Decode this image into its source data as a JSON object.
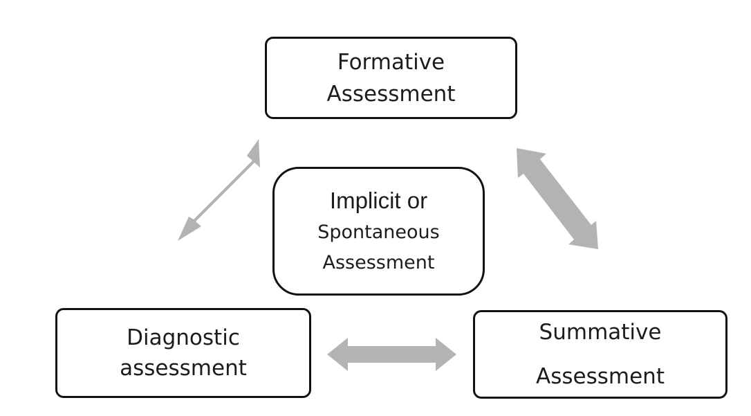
{
  "boxes": {
    "formative": {
      "lines": [
        "Formative",
        "Assessment"
      ]
    },
    "center": {
      "lines": [
        "Implicit or",
        "Spontaneous",
        "Assessment"
      ]
    },
    "diagnostic": {
      "lines": [
        "Diagnostic",
        "assessment"
      ]
    },
    "summative": {
      "lines": [
        "Summative",
        "Assessment"
      ]
    }
  },
  "colors": {
    "arrow": "#b3b3b3",
    "border": "#111111",
    "text": "#1c1c1c"
  }
}
